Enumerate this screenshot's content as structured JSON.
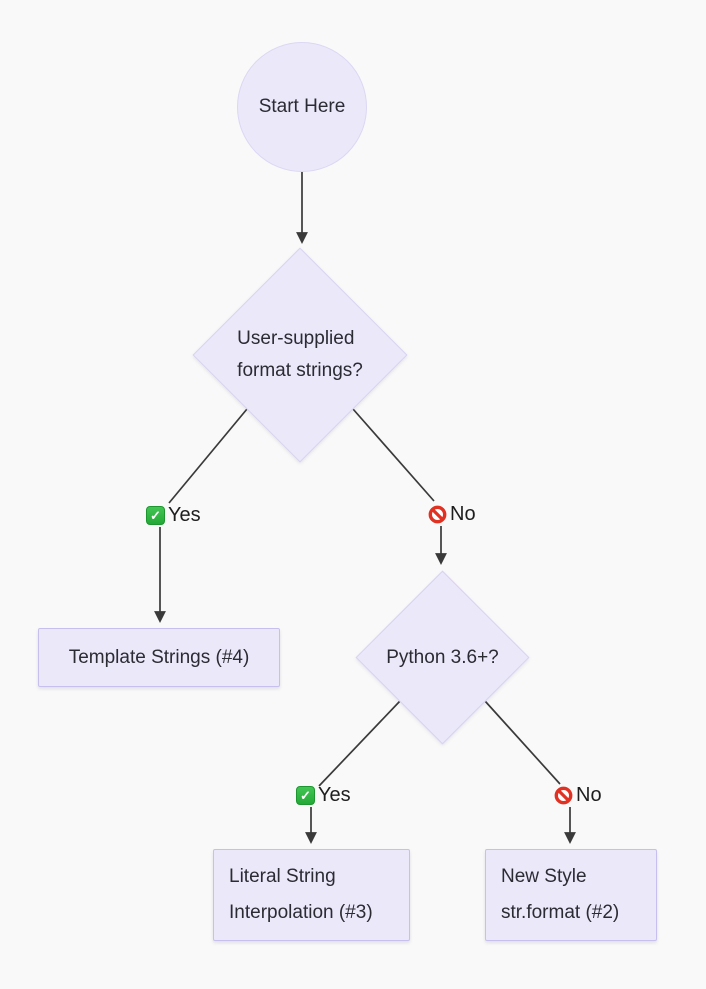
{
  "page": {
    "background": "#f9f9f9",
    "description": "Python string formatting decision flowchart"
  },
  "palette": {
    "node_fill": "#ebe8fa",
    "diamond_border": "#d8d3f0",
    "rect_border": "#c7c0ee",
    "edge_color": "#3a3a3a",
    "text_color": "#2b2b33",
    "check_green": "#2cb140",
    "prohibited_red": "#e03123"
  },
  "nodes": {
    "start": {
      "type": "circle",
      "label": "Start Here"
    },
    "question_user_supplied": {
      "type": "diamond",
      "label": "User-supplied\nformat strings?"
    },
    "question_python36": {
      "type": "diamond",
      "label": "Python 3.6+?"
    },
    "template_strings": {
      "type": "rect",
      "label": "Template Strings (#4)"
    },
    "literal_interpolation": {
      "type": "rect",
      "label": "Literal String\nInterpolation (#3)"
    },
    "new_style_format": {
      "type": "rect",
      "label": "New Style\nstr.format (#2)"
    }
  },
  "edge_labels": {
    "q1_yes": {
      "label": "Yes",
      "icon": "check"
    },
    "q1_no": {
      "label": "No",
      "icon": "prohibited"
    },
    "q2_yes": {
      "label": "Yes",
      "icon": "check"
    },
    "q2_no": {
      "label": "No",
      "icon": "prohibited"
    }
  }
}
